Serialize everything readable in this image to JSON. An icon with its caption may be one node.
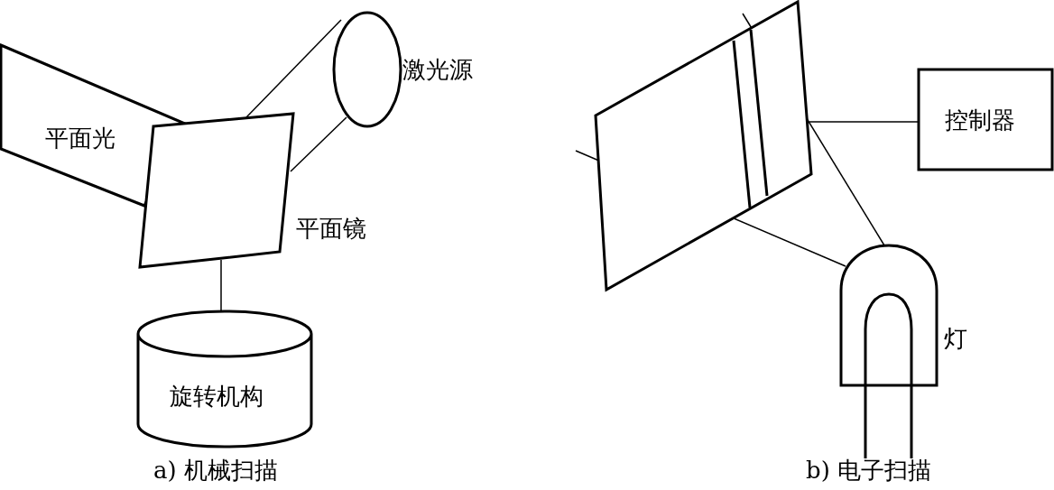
{
  "diagram": {
    "nodes": [
      {
        "text": [
          "平面光"
        ]
      },
      {
        "text": [
          "激光源"
        ]
      },
      {
        "text": [
          "平面镜"
        ]
      },
      {
        "text": [
          "旋转机构"
        ]
      },
      {
        "text": [],
        "shape": "box"
      },
      {
        "text": [
          "控制器"
        ]
      },
      {
        "text": [
          "灯"
        ]
      }
    ],
    "edges": [
      {
        "from": 1,
        "to": 2,
        "arrow": "none"
      },
      {
        "from": 1,
        "to": 2,
        "arrow": "none"
      },
      {
        "from": 2,
        "to": 3,
        "arrow": "none"
      },
      {
        "from": 4,
        "to": 5,
        "arrow": "none"
      },
      {
        "from": 6,
        "to": 4,
        "arrow": "none"
      },
      {
        "from": 6,
        "to": 4,
        "arrow": "none"
      }
    ],
    "labels": [
      "a) 机械扫描",
      "b) 电子扫描"
    ]
  }
}
